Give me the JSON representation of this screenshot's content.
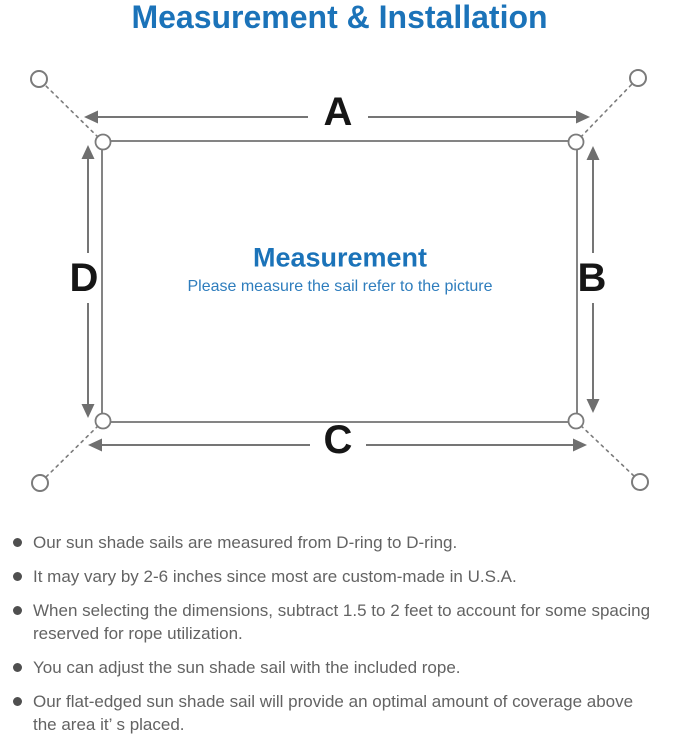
{
  "page": {
    "title": "Measurement & Installation"
  },
  "diagram": {
    "label_top": "A",
    "label_right": "B",
    "label_bottom": "C",
    "label_left": "D",
    "center_title": "Measurement",
    "center_subtitle": "Please measure the sail refer to the picture"
  },
  "bullets": [
    "Our sun shade sails are measured from D-ring to D-ring.",
    "It may vary by 2-6 inches since most are custom-made in U.S.A.",
    "When selecting the dimensions, subtract 1.5 to 2 feet to account for some spacing\nreserved for rope utilization.",
    "You can adjust the sun shade sail with the included rope.",
    "Our flat-edged sun shade sail will provide an optimal amount of coverage above\nthe area it’ s placed."
  ],
  "colors": {
    "accent_blue": "#1b73b9",
    "subtitle_blue": "#2e7dbd",
    "label_black": "#161616",
    "line_gray": "#7b7b7b",
    "arrow_gray": "#6f6f6f",
    "text_gray": "#636363"
  }
}
